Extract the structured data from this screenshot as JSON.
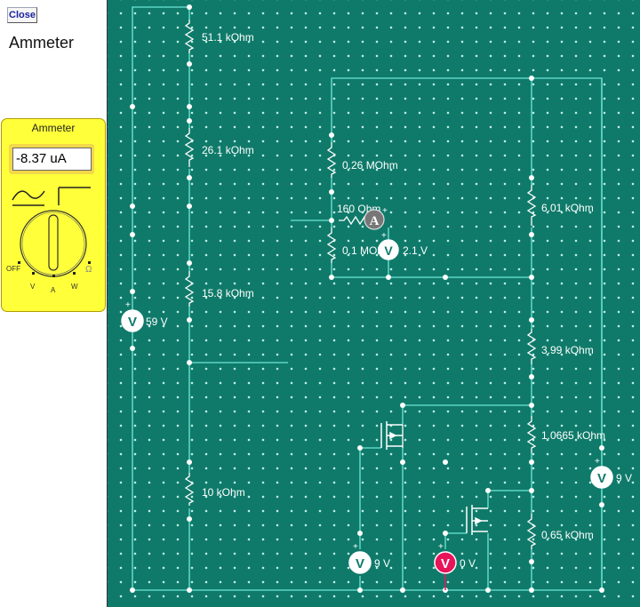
{
  "close_label": "Close",
  "instrument_title": "Ammeter",
  "meter": {
    "label": "Ammeter",
    "reading": "-8.37 uA",
    "dial_labels": {
      "off": "OFF",
      "v": "V",
      "a": "A",
      "w": "W",
      "ohm": "Ω"
    }
  },
  "circuit": {
    "resistors": {
      "r1": "51.1 kOhm",
      "r2": "26.1 kOhm",
      "r3": "15.8 kOhm",
      "r4": "10 kOhm",
      "r5": "0.26 MOhm",
      "r6": "160 Ohm",
      "r7": "0.1 MOhm",
      "r8": "6.01 kOhm",
      "r9": "3.99 kOhm",
      "r10": "1.0665 kOhm",
      "r11": "0.65 kOhm"
    },
    "meters": {
      "v1": {
        "symbol": "V",
        "value": "59 V"
      },
      "v2": {
        "symbol": "V",
        "value": "2.1 V"
      },
      "v3": {
        "symbol": "V",
        "value": "9 V"
      },
      "v4": {
        "symbol": "V",
        "value": "0 V"
      },
      "v5": {
        "symbol": "V",
        "value": "9 V"
      },
      "a1": {
        "symbol": "A"
      }
    },
    "colors": {
      "background": "#0f7a6a",
      "wire": "#6ee8d8",
      "voltmeter": "#ffffff",
      "voltmeter_selected": "#e8145a",
      "ammeter": "#777777"
    }
  }
}
